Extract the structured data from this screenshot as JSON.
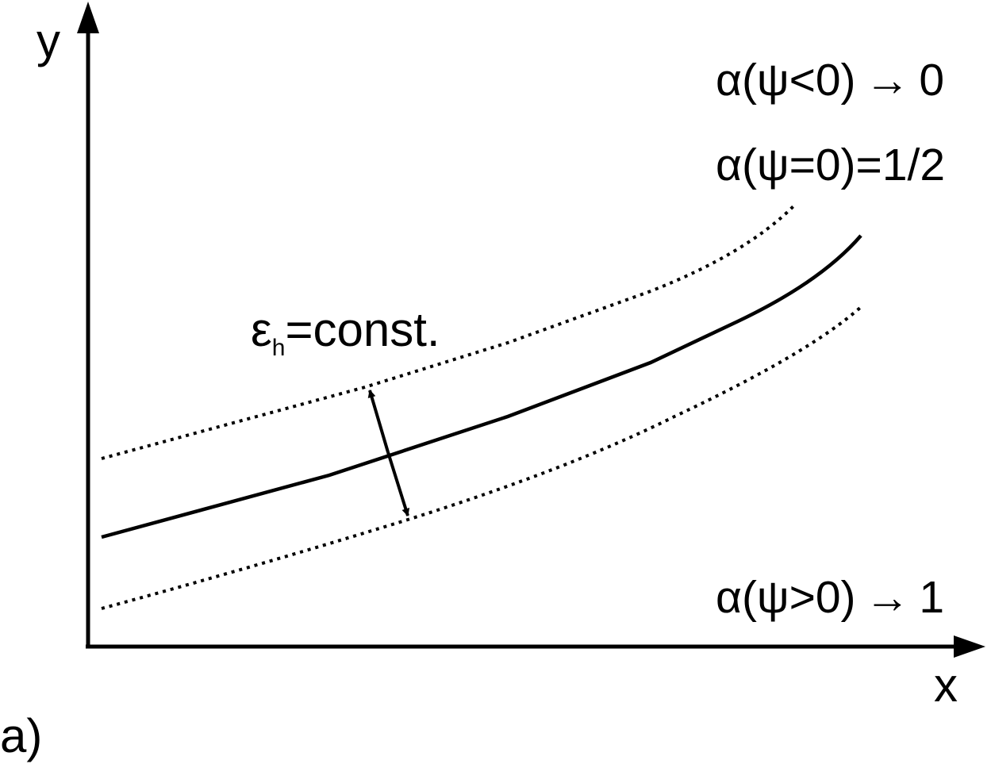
{
  "axes": {
    "x_label": "x",
    "y_label": "y"
  },
  "labels": {
    "alpha_negative": "α(ψ<0) → 0",
    "alpha_zero": "α(ψ=0)=1/2",
    "alpha_positive": "α(ψ>0) → 1",
    "thickness_symbol": "ε",
    "thickness_subscript": "h",
    "thickness_rest": "=const.",
    "panel": "a)"
  },
  "style": {
    "line_color": "#000000",
    "background": "#ffffff"
  }
}
